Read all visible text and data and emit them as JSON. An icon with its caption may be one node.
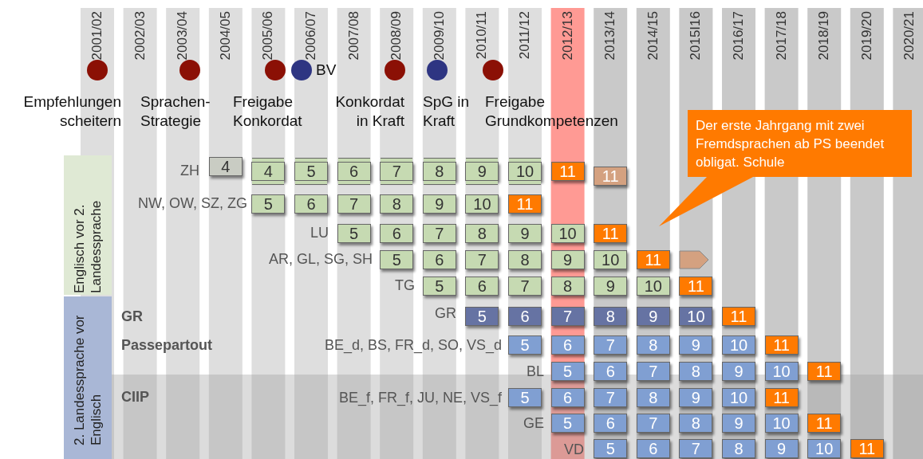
{
  "diagram": {
    "nodes": [
      {
        "text": [],
        "shape": "circle",
        "beside": [
          "Empfehlungen scheitern"
        ]
      },
      {
        "text": [],
        "shape": "circle",
        "beside": [
          "Sprachen- Strategie"
        ]
      },
      {
        "text": [],
        "shape": "circle",
        "beside": [
          "Freigabe Konkordat"
        ]
      },
      {
        "text": [],
        "shape": "circle",
        "beside": [
          "BV"
        ]
      },
      {
        "text": [],
        "shape": "circle",
        "beside": [
          "Konkordat in Kraft"
        ]
      },
      {
        "text": [],
        "shape": "circle",
        "beside": [
          "SpG in Kraft"
        ]
      },
      {
        "text": [],
        "shape": "circle",
        "beside": [
          "Freigabe Grundkompetenzen"
        ]
      },
      {
        "text": [
          "Der erste Jahrgang mit zwei Fremdsprachen ab PS beendet obligat. Schule"
        ]
      },
      {
        "text": [
          "Englisch vor 2. Landessprache"
        ]
      },
      {
        "text": [
          "4"
        ]
      },
      {
        "text": [
          "4"
        ]
      },
      {
        "text": [
          "5"
        ]
      },
      {
        "text": [
          "6"
        ]
      },
      {
        "text": [
          "7"
        ]
      },
      {
        "text": [
          "8"
        ]
      },
      {
        "text": [
          "9"
        ]
      },
      {
        "text": [
          "10"
        ]
      },
      {
        "text": [
          "11"
        ]
      },
      {
        "text": [
          "11"
        ]
      },
      {
        "text": [
          "5"
        ]
      },
      {
        "text": [
          "6"
        ]
      },
      {
        "text": [
          "7"
        ]
      },
      {
        "text": [
          "8"
        ]
      },
      {
        "text": [
          "9"
        ]
      },
      {
        "text": [
          "10"
        ]
      },
      {
        "text": [
          "11"
        ]
      },
      {
        "text": [
          "5"
        ]
      },
      {
        "text": [
          "6"
        ]
      },
      {
        "text": [
          "7"
        ]
      },
      {
        "text": [
          "8"
        ]
      },
      {
        "text": [
          "9"
        ]
      },
      {
        "text": [
          "10"
        ]
      },
      {
        "text": [
          "11"
        ]
      },
      {
        "text": [
          "5"
        ]
      },
      {
        "text": [
          "6"
        ]
      },
      {
        "text": [
          "7"
        ]
      },
      {
        "text": [
          "8"
        ]
      },
      {
        "text": [
          "9"
        ]
      },
      {
        "text": [
          "10"
        ]
      },
      {
        "text": [
          "11"
        ]
      },
      {
        "text": [],
        "shape": "pentagon"
      },
      {
        "text": [
          "5"
        ]
      },
      {
        "text": [
          "6"
        ]
      },
      {
        "text": [
          "7"
        ]
      },
      {
        "text": [
          "8"
        ]
      },
      {
        "text": [
          "9"
        ]
      },
      {
        "text": [
          "10"
        ]
      },
      {
        "text": [
          "11"
        ]
      },
      {
        "text": [
          "2. Landessprache vor Englisch"
        ]
      },
      {
        "text": [
          "5"
        ]
      },
      {
        "text": [
          "6"
        ]
      },
      {
        "text": [
          "7"
        ]
      },
      {
        "text": [
          "8"
        ]
      },
      {
        "text": [
          "9"
        ]
      },
      {
        "text": [
          "10"
        ]
      },
      {
        "text": [
          "11"
        ]
      },
      {
        "text": [
          "5"
        ]
      },
      {
        "text": [
          "6"
        ]
      },
      {
        "text": [
          "7"
        ]
      },
      {
        "text": [
          "8"
        ]
      },
      {
        "text": [
          "9"
        ]
      },
      {
        "text": [
          "10"
        ]
      },
      {
        "text": [
          "11"
        ]
      },
      {
        "text": [
          "5"
        ]
      },
      {
        "text": [
          "6"
        ]
      },
      {
        "text": [
          "7"
        ]
      },
      {
        "text": [
          "8"
        ]
      },
      {
        "text": [
          "9"
        ]
      },
      {
        "text": [
          "10"
        ]
      },
      {
        "text": [
          "11"
        ]
      },
      {
        "text": [
          "5"
        ]
      },
      {
        "text": [
          "6"
        ]
      },
      {
        "text": [
          "7"
        ]
      },
      {
        "text": [
          "8"
        ]
      },
      {
        "text": [
          "9"
        ]
      },
      {
        "text": [
          "10"
        ]
      },
      {
        "text": [
          "11"
        ]
      },
      {
        "text": [
          "5"
        ]
      },
      {
        "text": [
          "6"
        ]
      },
      {
        "text": [
          "7"
        ]
      },
      {
        "text": [
          "8"
        ]
      },
      {
        "text": [
          "9"
        ]
      },
      {
        "text": [
          "10"
        ]
      },
      {
        "text": [
          "11"
        ]
      },
      {
        "text": [
          "5"
        ]
      },
      {
        "text": [
          "6"
        ]
      },
      {
        "text": [
          "7"
        ]
      },
      {
        "text": [
          "8"
        ]
      },
      {
        "text": [
          "9"
        ]
      },
      {
        "text": [
          "10"
        ]
      },
      {
        "text": [
          "11"
        ]
      }
    ],
    "labels": [
      "2001/02",
      "2002/03",
      "2003/04",
      "2004/05",
      "2005/06",
      "2006/07",
      "2007/08",
      "2008/09",
      "2009/10",
      "2010/11",
      "2011/12",
      "2012/13",
      "2013/14",
      "2014/15",
      "2015I16",
      "2016/17",
      "2017/18",
      "2018/19",
      "2019/20",
      "2020/21",
      "ZH",
      "NW, OW, SZ, ZG",
      "LU",
      "AR, GL, SG, SH",
      "TG",
      "GR",
      "GR",
      "Passepartout",
      "BE_d, BS, FR_d, SO, VS_d",
      "BL",
      "CIIP",
      "BE_f, FR_f, JU, NE, VS_f",
      "GE",
      "VD"
    ]
  }
}
